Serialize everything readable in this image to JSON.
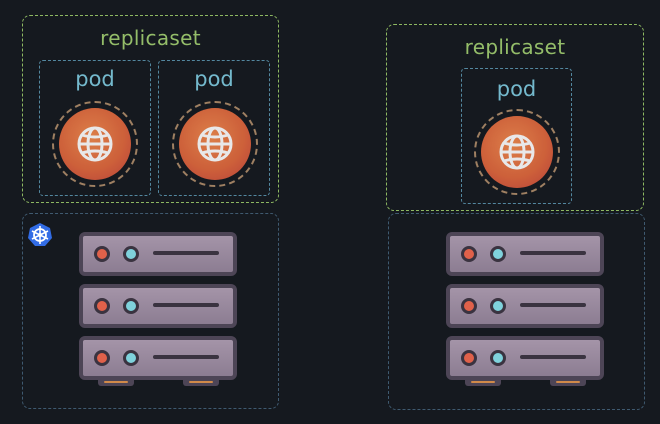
{
  "left": {
    "replicaset_label": "replicaset",
    "pods": [
      {
        "label": "pod"
      },
      {
        "label": "pod"
      }
    ]
  },
  "right": {
    "replicaset_label": "replicaset",
    "pods": [
      {
        "label": "pod"
      }
    ]
  },
  "icons": {
    "pod_icon": "globe-icon",
    "cluster_icon": "kubernetes-icon",
    "node_icon": "server-rack-icon"
  },
  "colors": {
    "background": "#15191f",
    "replicaset_border": "#9ccb6a",
    "replicaset_text": "#a2cf72",
    "pod_border": "#5a93ad",
    "pod_text": "#7fcbe0",
    "node_border": "#3f5a70",
    "globe_fill": "#e2693e",
    "server_body": "#9a8aa0",
    "kubernetes_blue": "#326ce5"
  }
}
